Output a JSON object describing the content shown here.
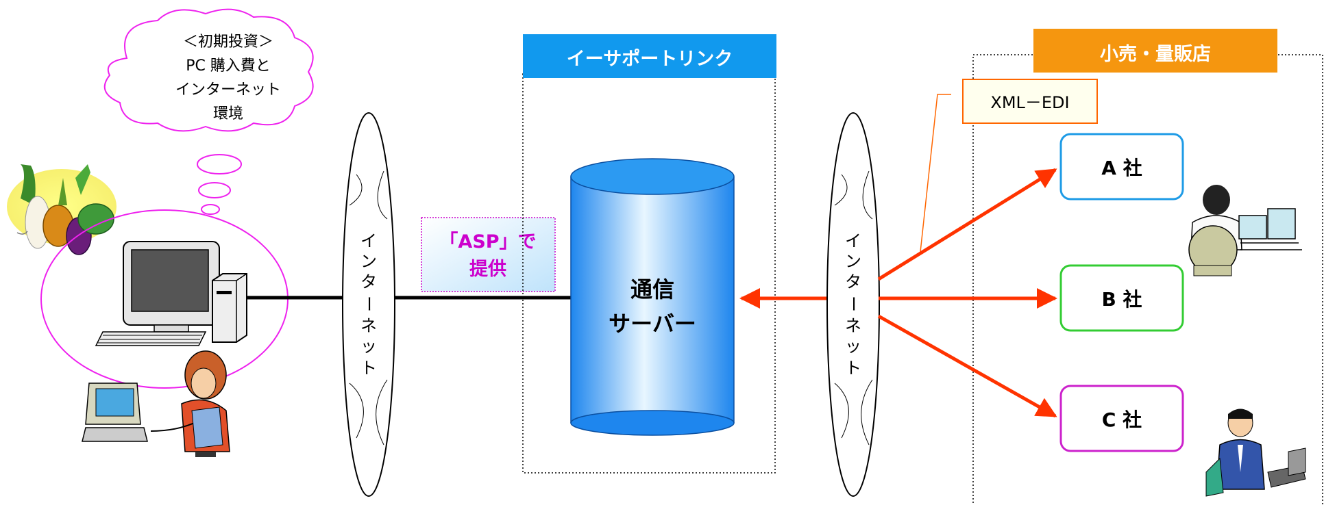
{
  "cloud": {
    "lines": [
      "＜初期投資＞",
      "PC 購入費と",
      "インターネット",
      "環境"
    ],
    "color": "#ee22ee"
  },
  "internet_left": {
    "chars": [
      "イ",
      "ン",
      "タ",
      "ー",
      "ネ",
      "ッ",
      "ト"
    ]
  },
  "internet_right": {
    "chars": [
      "イ",
      "ン",
      "タ",
      "ー",
      "ネ",
      "ッ",
      "ト"
    ]
  },
  "asp_label": {
    "lines": [
      "「ASP」で",
      "提供"
    ],
    "color": "#cc00cc"
  },
  "center_panel": {
    "header": "イーサポートリンク",
    "header_color": "#1199ee"
  },
  "server": {
    "lines": [
      "通信",
      "サーバー"
    ]
  },
  "retail_panel": {
    "header": "小売・量販店",
    "header_color": "#f5960f"
  },
  "xml_edi": {
    "label": "XML－EDI",
    "color": "#ff6600"
  },
  "companies": [
    {
      "label": "A 社",
      "color": "#1e9be6"
    },
    {
      "label": "B 社",
      "color": "#33cc33"
    },
    {
      "label": "C 社",
      "color": "#cc22cc"
    }
  ],
  "arrow_color": "#ff3300"
}
